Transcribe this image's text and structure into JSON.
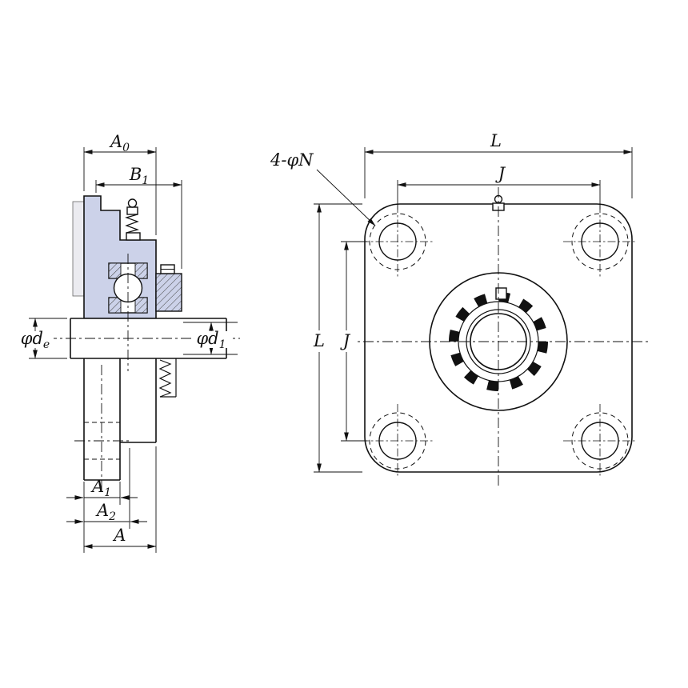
{
  "side_view": {
    "labels": {
      "a0": {
        "main": "A",
        "sub": "0"
      },
      "b1": {
        "main": "B",
        "sub": "1"
      },
      "de": {
        "main": "φd",
        "sub": "e"
      },
      "d1": {
        "main": "φd",
        "sub": "1"
      },
      "a1": {
        "main": "A",
        "sub": "1"
      },
      "a2": {
        "main": "A",
        "sub": "2"
      },
      "a": {
        "main": "A",
        "sub": ""
      }
    }
  },
  "front_view": {
    "labels": {
      "l_top": "L",
      "j_top": "J",
      "l_side": "L",
      "j_side": "J"
    },
    "bolt_note": "4-φN"
  },
  "colors": {
    "line": "#111111",
    "section_fill": "#ccd2e9",
    "background": "#ffffff"
  }
}
